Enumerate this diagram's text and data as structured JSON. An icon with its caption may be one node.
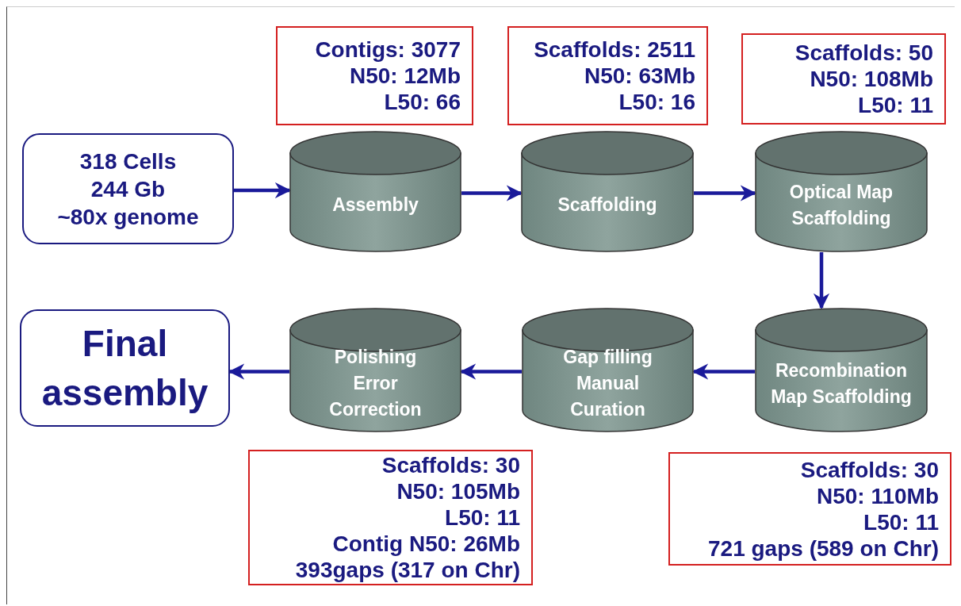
{
  "diagram": {
    "nodes": [
      {
        "text": [
          "Contigs: 3077",
          "N50: 12Mb",
          "L50: 66"
        ]
      },
      {
        "text": [
          "Scaffolds: 2511",
          "N50: 63Mb",
          "L50: 16"
        ]
      },
      {
        "text": [
          "Scaffolds: 50",
          "N50: 108Mb",
          "L50: 11"
        ]
      },
      {
        "text": [
          "318 Cells",
          "244 Gb",
          "~80x genome"
        ]
      },
      {
        "text": [
          "Assembly"
        ]
      },
      {
        "text": [
          "Scaffolding"
        ]
      },
      {
        "text": [
          "Optical Map Scaffolding"
        ]
      },
      {
        "text": [
          "Recombination Map Scaffolding"
        ]
      },
      {
        "text": [
          "Gap filling Manual Curation"
        ]
      },
      {
        "text": [
          "Polishing Error Correction"
        ]
      },
      {
        "text": [
          "Final assembly"
        ]
      },
      {
        "text": [
          "Scaffolds: 30",
          "N50: 105Mb",
          "L50: 11",
          "Contig N50: 26Mb",
          "393gaps (317 on Chr)"
        ]
      },
      {
        "text": [
          "Scaffolds: 30",
          "N50: 110Mb",
          "L50: 11",
          "721 gaps (589 on Chr)"
        ]
      }
    ],
    "edges": [
      {
        "from": 3,
        "to": 4,
        "arrow": "to"
      },
      {
        "from": 4,
        "to": 5,
        "arrow": "to"
      },
      {
        "from": 5,
        "to": 6,
        "arrow": "to"
      },
      {
        "from": 6,
        "to": 7,
        "arrow": "to"
      },
      {
        "from": 7,
        "to": 8,
        "arrow": "to"
      },
      {
        "from": 8,
        "to": 9,
        "arrow": "to"
      },
      {
        "from": 9,
        "to": 10,
        "arrow": "to"
      }
    ]
  }
}
